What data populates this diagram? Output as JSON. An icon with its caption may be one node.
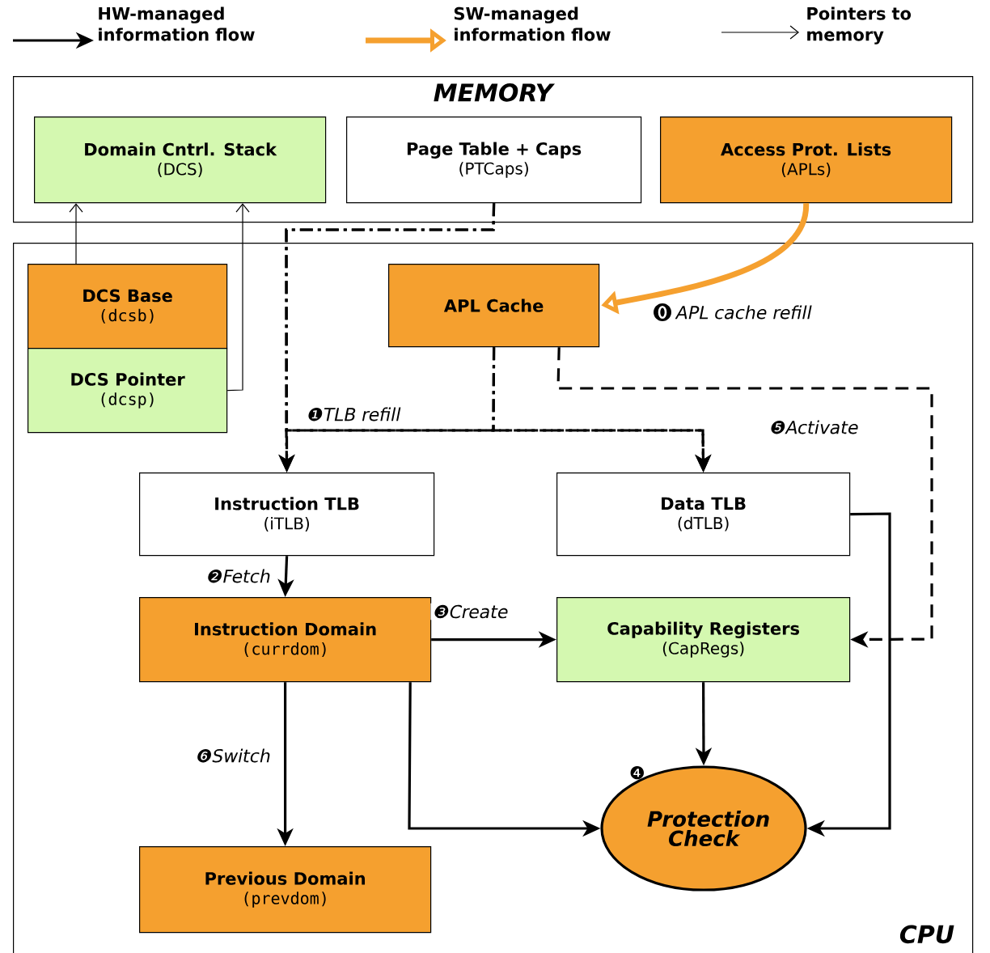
{
  "diagram": {
    "nodes": [
      {
        "text": [
          "MEMORY"
        ]
      },
      {
        "text": [
          "Domain Cntrl. Stack",
          "(DCS)"
        ],
        "in": 0
      },
      {
        "text": [
          "Page Table + Caps",
          "(PTCaps)"
        ],
        "in": 0
      },
      {
        "text": [
          "Access Prot. Lists",
          "(APLs)"
        ],
        "in": 0
      },
      {
        "text": [
          "CPU"
        ]
      },
      {
        "text": [
          "DCS Base",
          "(dcsb)"
        ],
        "in": 4
      },
      {
        "text": [
          "DCS Pointer",
          "(dcsp)"
        ],
        "in": 4
      },
      {
        "text": [
          "APL Cache"
        ],
        "in": 4
      },
      {
        "text": [
          "Instruction TLB",
          "(iTLB)"
        ],
        "in": 4
      },
      {
        "text": [
          "Data TLB",
          "(dTLB)"
        ],
        "in": 4
      },
      {
        "text": [
          "Instruction Domain",
          "(currdom)"
        ],
        "in": 4
      },
      {
        "text": [
          "Capability Registers",
          "(CapRegs)"
        ],
        "in": 4
      },
      {
        "text": [
          "Protection Check"
        ],
        "beside": [
          "❹"
        ],
        "in": 4
      },
      {
        "text": [
          "Previous Domain",
          "(prevdom)"
        ],
        "in": 4
      }
    ],
    "edges": [
      {
        "from": 5,
        "to": 1,
        "arrow": "to"
      },
      {
        "from": 6,
        "to": 1,
        "arrow": "to"
      },
      {
        "from": 3,
        "to": 7,
        "arrow": "to",
        "label": "APL cache refill",
        "style": "thick",
        "color": "#f5a02f"
      },
      {
        "from": 2,
        "to": 8,
        "arrow": "to",
        "style": "dashed"
      },
      {
        "from": 2,
        "to": 9,
        "arrow": "to",
        "style": "dashed"
      },
      {
        "from": 7,
        "to": 8,
        "arrow": "to",
        "label": "❶TLB refill",
        "style": "dashed"
      },
      {
        "from": 7,
        "to": 9,
        "arrow": "to",
        "style": "dashed"
      },
      {
        "from": 7,
        "to": 11,
        "arrow": "to",
        "label": "❺Activate",
        "style": "dashed"
      },
      {
        "from": 8,
        "to": 10,
        "arrow": "to",
        "label": "❷Fetch"
      },
      {
        "from": 10,
        "to": 11,
        "arrow": "to",
        "label": "❸Create"
      },
      {
        "from": 10,
        "to": 12,
        "arrow": "to"
      },
      {
        "from": 11,
        "to": 12,
        "arrow": "to"
      },
      {
        "from": 9,
        "to": 12,
        "arrow": "to"
      },
      {
        "from": 10,
        "to": 13,
        "arrow": "to",
        "label": "❻Switch"
      }
    ],
    "legend": [
      {
        "text": "HW-managed information flow"
      },
      {
        "text": "SW-managed information flow"
      },
      {
        "text": "Pointers to memory"
      }
    ]
  }
}
